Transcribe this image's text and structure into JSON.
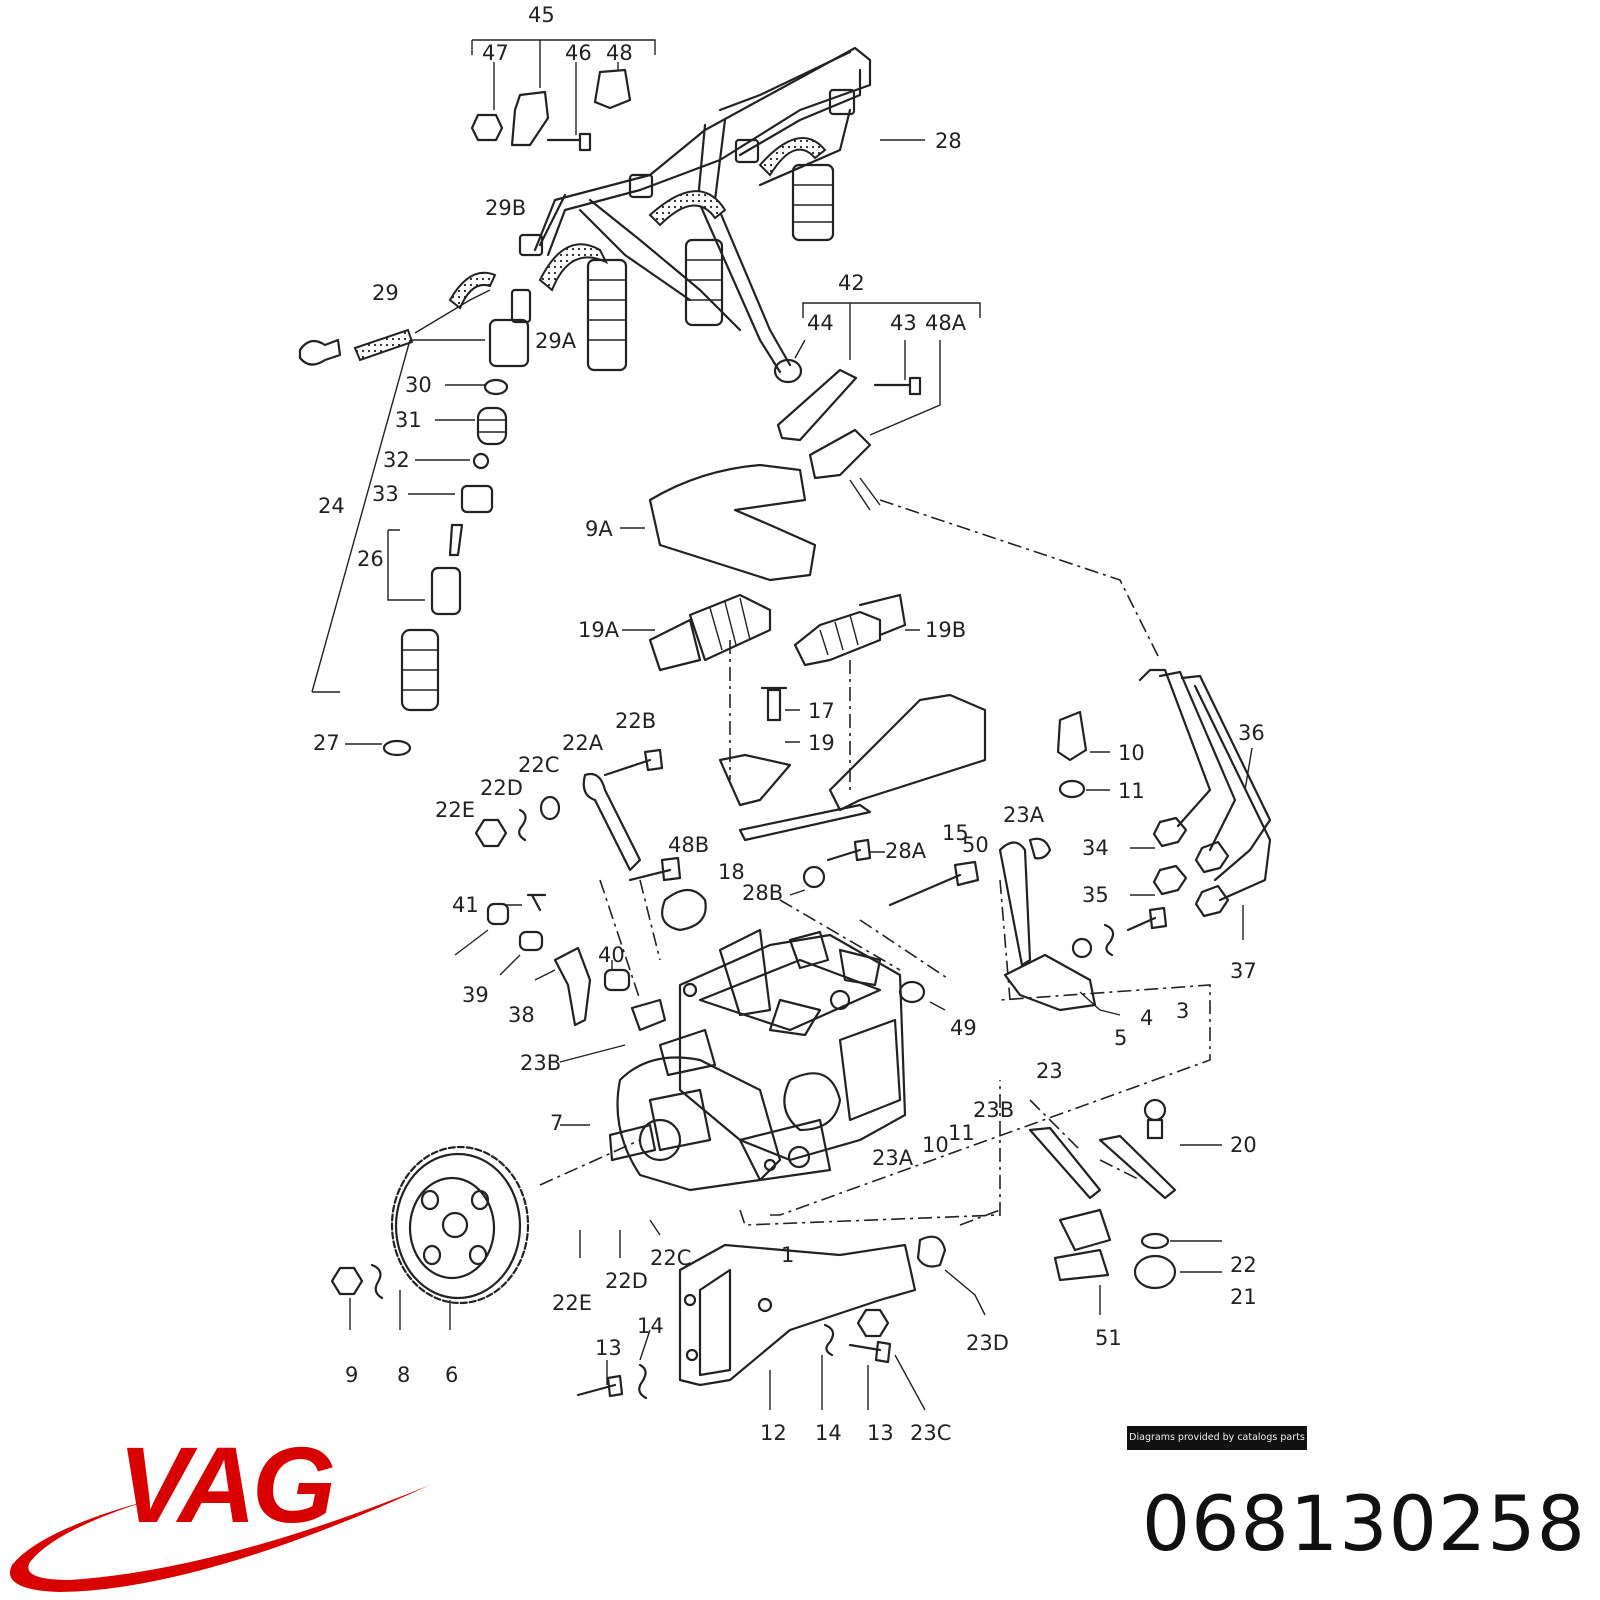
{
  "diagram": {
    "callouts": [
      "45",
      "47",
      "46",
      "48",
      "28",
      "29B",
      "29",
      "29A",
      "30",
      "31",
      "32",
      "33",
      "24",
      "26",
      "27",
      "9A",
      "42",
      "44",
      "43",
      "48A",
      "19A",
      "19B",
      "17",
      "19",
      "22A",
      "22B",
      "22C",
      "22D",
      "22E",
      "18",
      "15",
      "10",
      "11",
      "36",
      "23A",
      "34",
      "50",
      "28A",
      "48B",
      "28B",
      "35",
      "37",
      "41",
      "40",
      "39",
      "38",
      "49",
      "3",
      "4",
      "5",
      "23",
      "23B",
      "7",
      "23A",
      "10",
      "11",
      "23B",
      "20",
      "1",
      "22",
      "21",
      "22C",
      "22D",
      "22E",
      "9",
      "8",
      "6",
      "13",
      "14",
      "12",
      "23D",
      "51",
      "13",
      "14",
      "23C"
    ]
  },
  "credit": "Diagrams provided by catalogs parts",
  "brand": {
    "name": "VAG",
    "color": "#d90000"
  },
  "part_number": "068130258"
}
